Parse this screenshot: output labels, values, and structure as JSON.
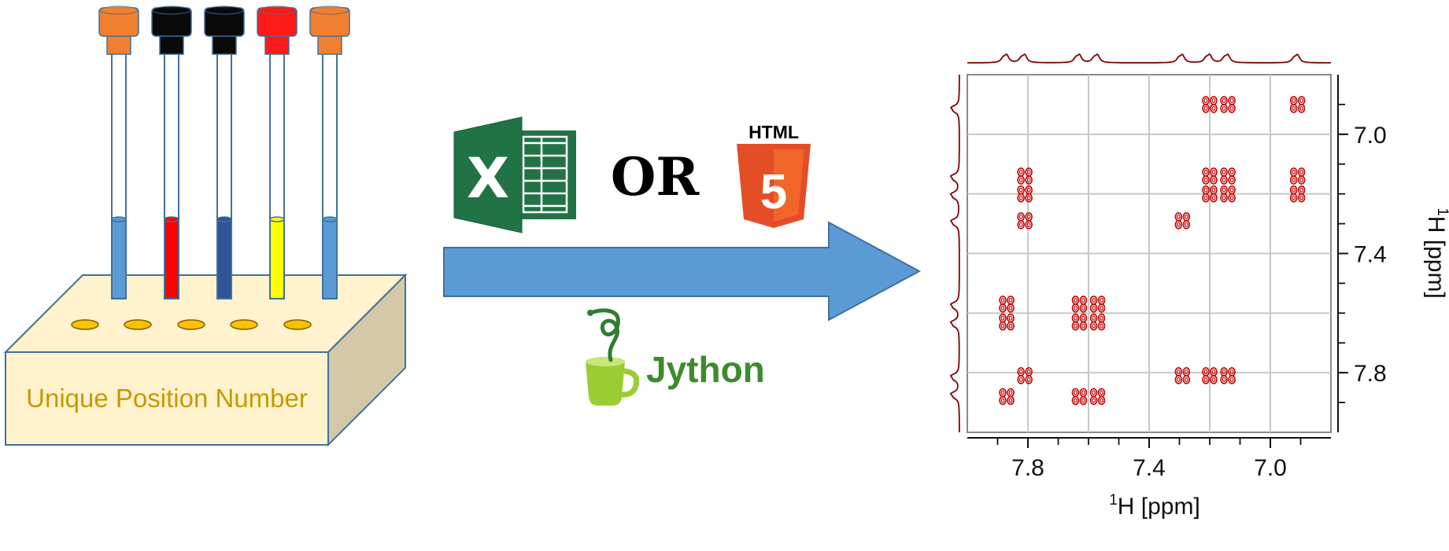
{
  "rack": {
    "label": "Unique Position Number",
    "label_color": "#c59a00",
    "tubes": [
      {
        "cap": "#f08030",
        "liquid": "#5b9bd5"
      },
      {
        "cap": "#0a0a0a",
        "liquid": "#ff0000"
      },
      {
        "cap": "#0a0a0a",
        "liquid": "#2f5597"
      },
      {
        "cap": "#ff1a1a",
        "liquid": "#ffff00"
      },
      {
        "cap": "#f08030",
        "liquid": "#5b9bd5"
      }
    ]
  },
  "excel_icon": {
    "letter": "X",
    "color": "#217346"
  },
  "or_text": "OR",
  "html5_icon": {
    "label": "HTML",
    "badge": "5",
    "color": "#e44d26"
  },
  "arrow_color": "#5b9bd5",
  "jython": {
    "label": "Jython",
    "color": "#3d8b2f"
  },
  "spectrum": {
    "type": "2D NMR COSY contour",
    "x_ticks": [
      "7.8",
      "7.4",
      "7.0"
    ],
    "y_ticks": [
      "7.0",
      "7.4",
      "7.8"
    ],
    "xlabel_sup": "1",
    "xlabel_rest": "H [ppm]",
    "ylabel_sup": "1",
    "ylabel_rest": "H [ppm]",
    "contour_color": "#c00000",
    "projection_color": "#800000"
  },
  "chart_data": {
    "type": "scatter",
    "title": "",
    "xlabel": "1H [ppm]",
    "ylabel": "1H [ppm]",
    "xlim": [
      8.0,
      6.8
    ],
    "ylim": [
      6.8,
      8.0
    ],
    "x_ticks": [
      7.8,
      7.4,
      7.0
    ],
    "y_ticks": [
      7.0,
      7.4,
      7.8
    ],
    "grid": true,
    "series": [
      {
        "points": [
          [
            7.2,
            6.9
          ],
          [
            7.14,
            6.9
          ],
          [
            6.91,
            6.9
          ],
          [
            7.81,
            7.14
          ],
          [
            7.2,
            7.14
          ],
          [
            7.14,
            7.14
          ],
          [
            6.91,
            7.14
          ],
          [
            7.81,
            7.2
          ],
          [
            7.2,
            7.2
          ],
          [
            7.14,
            7.2
          ],
          [
            6.91,
            7.2
          ],
          [
            7.81,
            7.29
          ],
          [
            7.29,
            7.29
          ],
          [
            7.87,
            7.57
          ],
          [
            7.63,
            7.57
          ],
          [
            7.57,
            7.57
          ],
          [
            7.87,
            7.63
          ],
          [
            7.63,
            7.63
          ],
          [
            7.57,
            7.63
          ],
          [
            7.81,
            7.81
          ],
          [
            7.29,
            7.81
          ],
          [
            7.2,
            7.81
          ],
          [
            7.14,
            7.81
          ],
          [
            7.87,
            7.88
          ],
          [
            7.63,
            7.88
          ],
          [
            7.57,
            7.88
          ]
        ]
      }
    ]
  }
}
